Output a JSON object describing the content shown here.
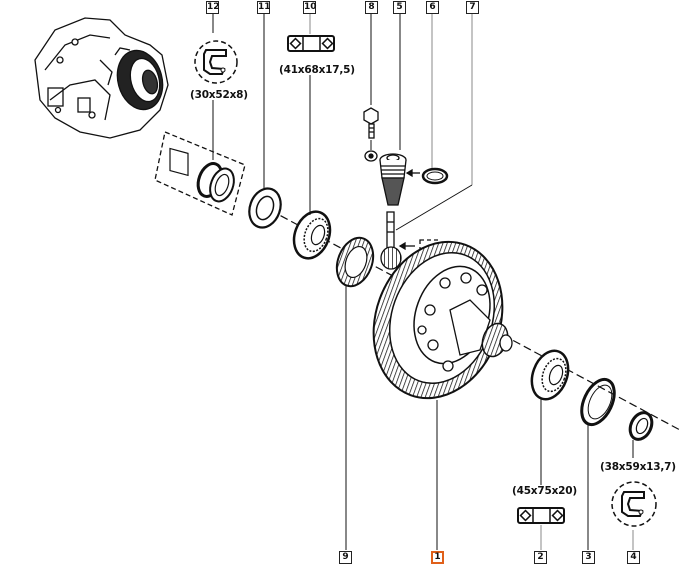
{
  "diagram": {
    "title": "Differential exploded view",
    "selected_part": "1",
    "accent_color": "#e0601a",
    "callouts": [
      {
        "ref": "12",
        "position": "top"
      },
      {
        "ref": "11",
        "position": "top"
      },
      {
        "ref": "10",
        "position": "top"
      },
      {
        "ref": "8",
        "position": "top"
      },
      {
        "ref": "5",
        "position": "top"
      },
      {
        "ref": "6",
        "position": "top"
      },
      {
        "ref": "7",
        "position": "top"
      },
      {
        "ref": "9",
        "position": "bottom"
      },
      {
        "ref": "1",
        "position": "bottom"
      },
      {
        "ref": "2",
        "position": "bottom"
      },
      {
        "ref": "3",
        "position": "bottom"
      },
      {
        "ref": "4",
        "position": "bottom"
      }
    ],
    "dimensions": {
      "seal_12": "(30x52x8)",
      "bearing_10": "(41x68x17,5)",
      "bearing_2": "(45x75x20)",
      "seal_4": "(38x59x13,7)"
    },
    "symbols": {
      "seal_12": "oil-seal-symbol",
      "bearing_10": "bearing-symbol",
      "bearing_2": "bearing-symbol",
      "seal_4": "oil-seal-symbol"
    }
  }
}
